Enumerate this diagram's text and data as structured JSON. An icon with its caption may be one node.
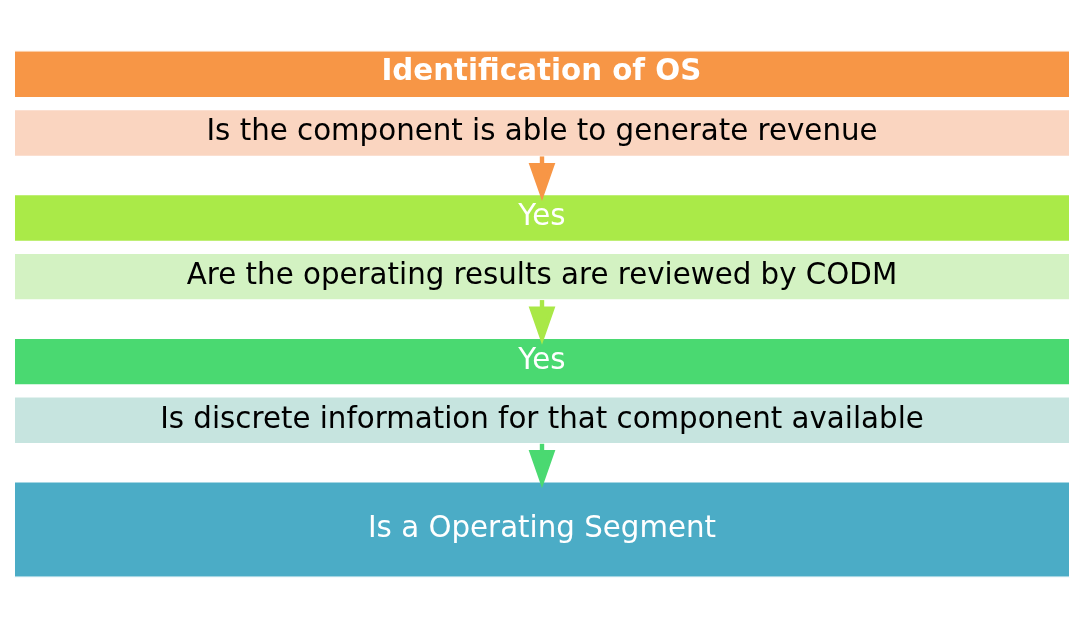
{
  "diagram": {
    "nodes": [
      {
        "text": [
          "Identification of OS"
        ]
      },
      {
        "text": [
          "Is the component is able to generate revenue"
        ]
      },
      {
        "text": [
          "Yes"
        ]
      },
      {
        "text": [
          "Are the operating results are reviewed by CODM"
        ]
      },
      {
        "text": [
          "Yes"
        ]
      },
      {
        "text": [
          "Is discrete information for that component available"
        ]
      },
      {
        "text": [
          "Is a Operating Segment"
        ]
      }
    ],
    "edges": [
      {
        "from": 1,
        "to": 2,
        "arrow": "to",
        "color": "#f79646"
      },
      {
        "from": 3,
        "to": 4,
        "arrow": "to",
        "color": "#a9e847"
      },
      {
        "from": 5,
        "to": 6,
        "arrow": "to",
        "color": "#4ad971"
      }
    ]
  }
}
